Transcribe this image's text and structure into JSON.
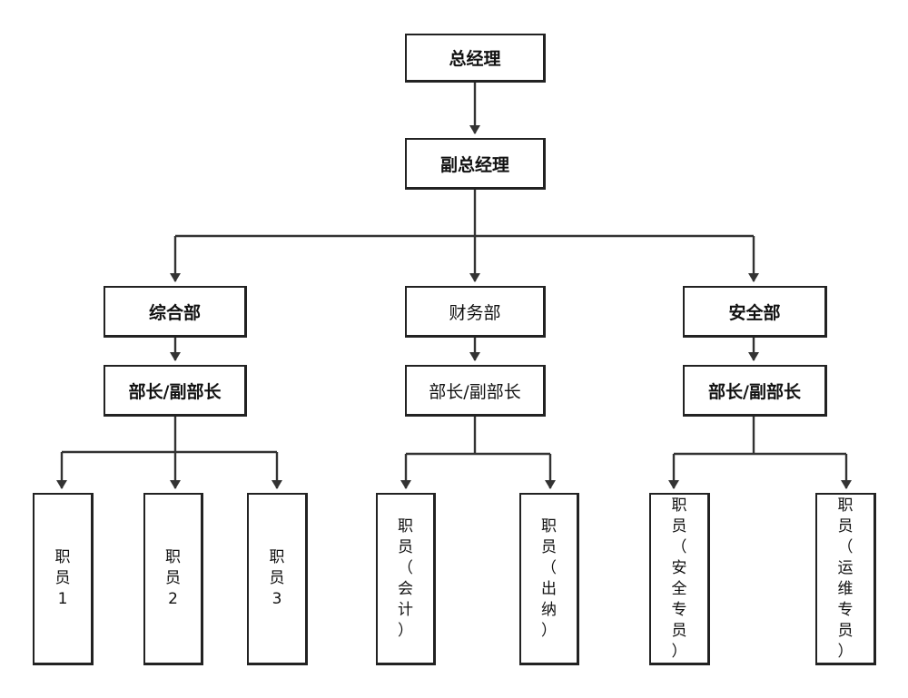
{
  "diagram": {
    "type": "org-chart",
    "nodes": {
      "gm": "总经理",
      "deputy_gm": "副总经理",
      "dept_general": "综合部",
      "dept_finance": "财务部",
      "dept_safety": "安全部",
      "head_general": "部长/副部长",
      "head_finance": "部长/副部长",
      "head_safety": "部长/副部长",
      "staff_1": [
        "职",
        "员",
        "1"
      ],
      "staff_2": [
        "职",
        "员",
        "2"
      ],
      "staff_3": [
        "职",
        "员",
        "3"
      ],
      "staff_accountant": [
        "职",
        "员",
        "（",
        "会",
        "计",
        "）"
      ],
      "staff_cashier": [
        "职",
        "员",
        "（",
        "出",
        "纳",
        "）"
      ],
      "staff_safety": [
        "职",
        "员",
        "（",
        "安",
        "全",
        "专",
        "员",
        "）"
      ],
      "staff_ops": [
        "职",
        "员",
        "（",
        "运",
        "维",
        "专",
        "员",
        "）"
      ]
    },
    "edges": [
      [
        "gm",
        "deputy_gm"
      ],
      [
        "deputy_gm",
        "dept_general"
      ],
      [
        "deputy_gm",
        "dept_finance"
      ],
      [
        "deputy_gm",
        "dept_safety"
      ],
      [
        "dept_general",
        "head_general"
      ],
      [
        "dept_finance",
        "head_finance"
      ],
      [
        "dept_safety",
        "head_safety"
      ],
      [
        "head_general",
        "staff_1"
      ],
      [
        "head_general",
        "staff_2"
      ],
      [
        "head_general",
        "staff_3"
      ],
      [
        "head_finance",
        "staff_accountant"
      ],
      [
        "head_finance",
        "staff_cashier"
      ],
      [
        "head_safety",
        "staff_safety"
      ],
      [
        "head_safety",
        "staff_ops"
      ]
    ]
  }
}
